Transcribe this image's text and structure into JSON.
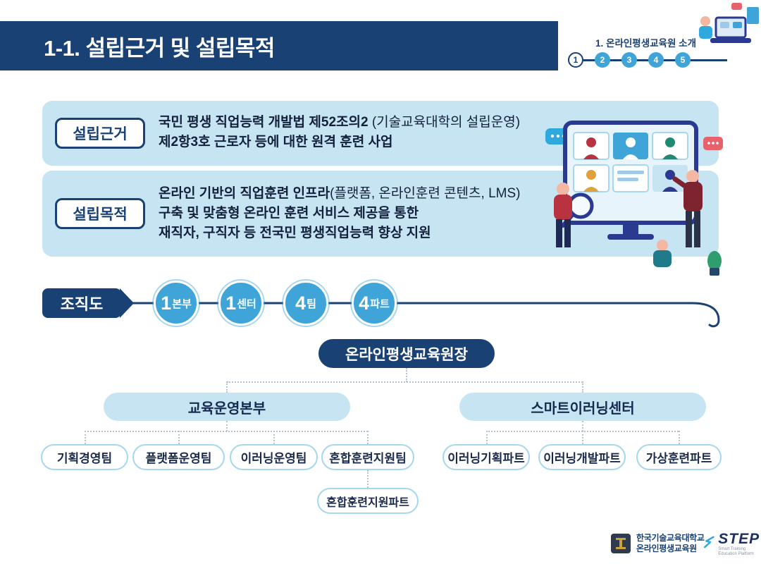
{
  "slide": {
    "title": "1-1. 설립근거 및 설립목적",
    "breadcrumb": "1. 온라인평생교육원 소개",
    "steps": [
      "1",
      "2",
      "3",
      "4",
      "5"
    ]
  },
  "basis": {
    "badge": "설립근거",
    "line1_bold": "국민 평생 직업능력 개발법 제52조의2 ",
    "line1_normal": "(기술교육대학의 설립운영)",
    "line2": "제2항3호 근로자 등에 대한 원격 훈련 사업"
  },
  "purpose": {
    "badge": "설립목적",
    "line1_bold": "온라인 기반의 직업훈련 인프라",
    "line1_normal": "(플랫폼, 온라인훈련 콘텐츠, LMS)",
    "line2": "구축 및 맞춤형 온라인 훈련 서비스 제공을 통한",
    "line3": "재직자, 구직자 등 전국민 평생직업능력 향상 지원"
  },
  "org": {
    "label": "조직도",
    "stats": [
      {
        "number": "1",
        "unit": "본부"
      },
      {
        "number": "1",
        "unit": "센터"
      },
      {
        "number": "4",
        "unit": "팀"
      },
      {
        "number": "4",
        "unit": "파트"
      }
    ],
    "head": "온라인평생교육원장",
    "branch1": {
      "name": "교육운영본부",
      "teams": [
        "기획경영팀",
        "플랫폼운영팀",
        "이러닝운영팀",
        "혼합훈련지원팀"
      ],
      "sub": "혼합훈련지원파트"
    },
    "branch2": {
      "name": "스마트이러닝센터",
      "teams": [
        "이러닝기획파트",
        "이러닝개발파트",
        "가상훈련파트"
      ]
    }
  },
  "footer": {
    "univ_line1": "한국기술교육대학교",
    "univ_line2": "온라인평생교육원",
    "step": "STEP",
    "step_sub": "Smart Training Education Platform"
  },
  "colors": {
    "navy": "#1A4173",
    "panel_blue": "#C6E4F2",
    "circle_blue": "#3FA5D9",
    "box_border": "#A6D7EF"
  }
}
